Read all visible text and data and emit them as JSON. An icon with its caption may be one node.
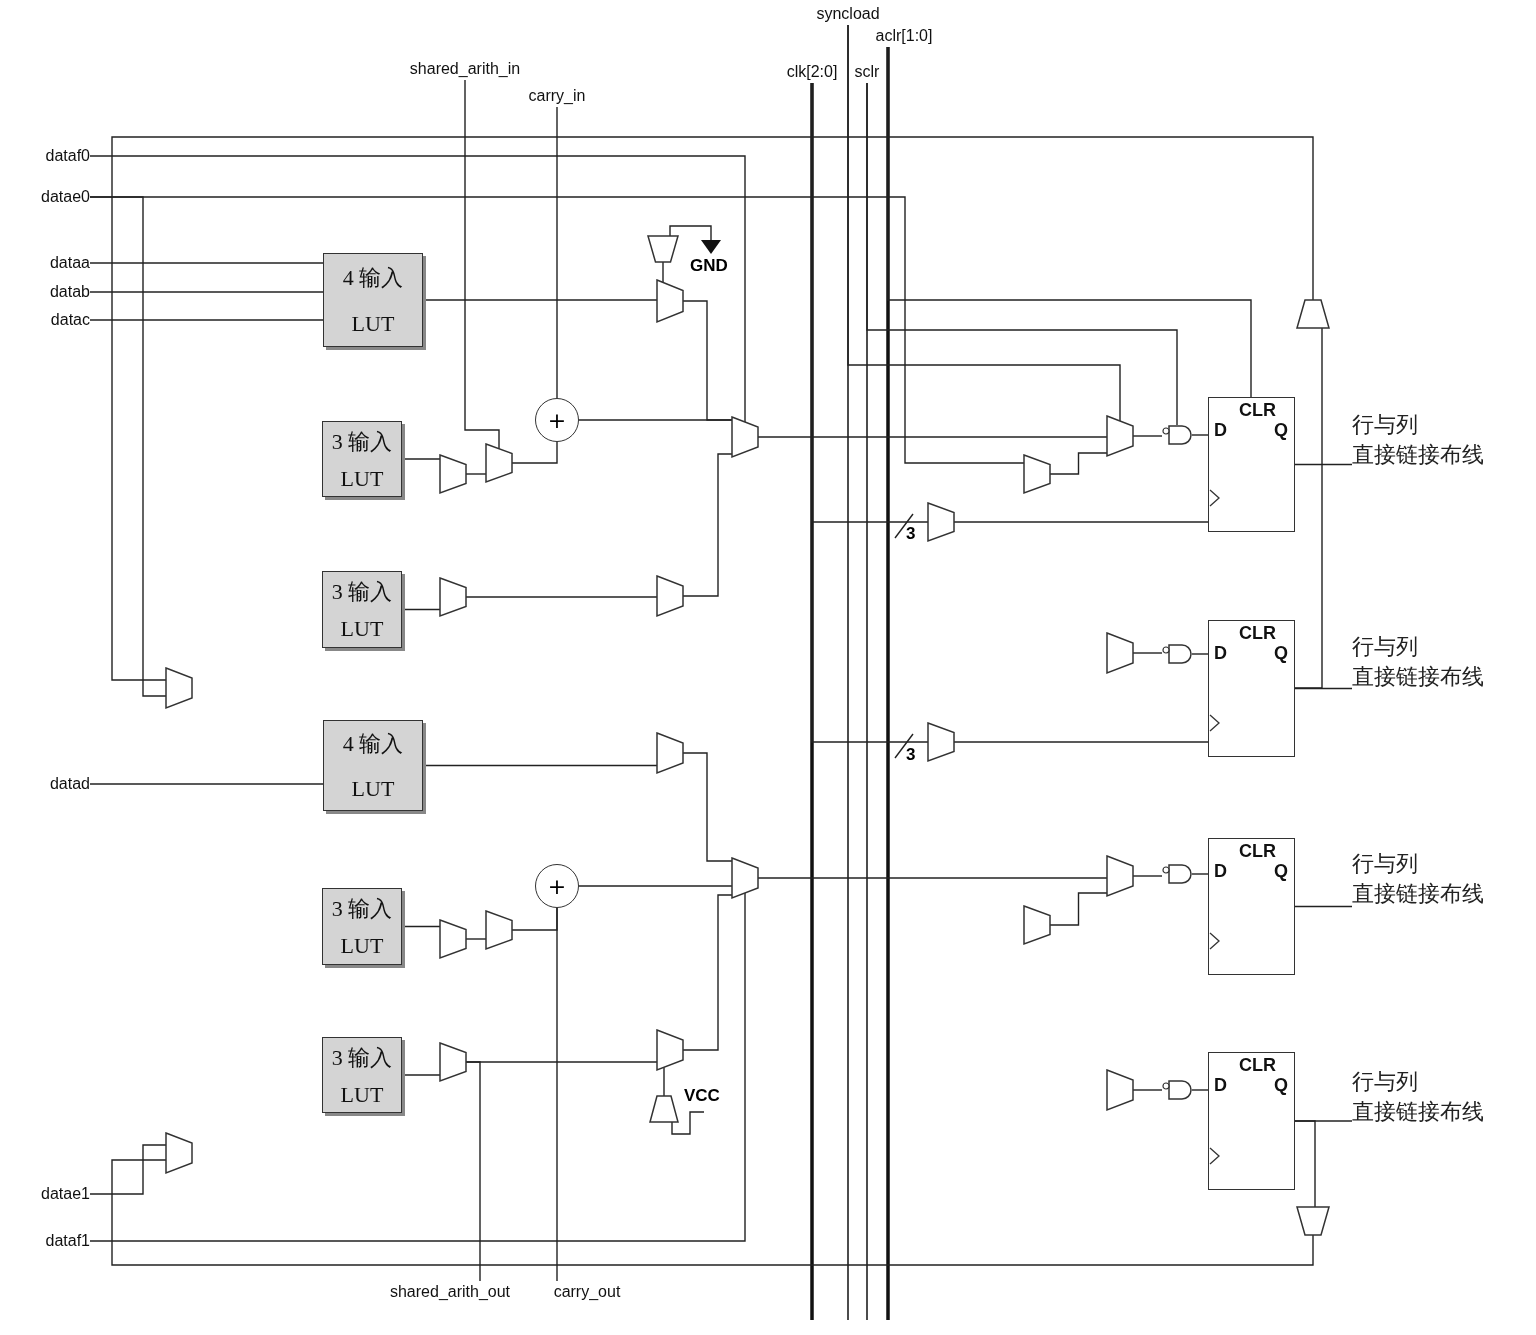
{
  "diagram": {
    "nodes": [
      {
        "text": [
          "shared_arith_in"
        ]
      },
      {
        "text": [
          "carry_in"
        ]
      },
      {
        "text": [
          "syncload"
        ]
      },
      {
        "text": [
          "aclr[1:0]"
        ]
      },
      {
        "text": [
          "clk[2:0]"
        ]
      },
      {
        "text": [
          "sclr"
        ]
      },
      {
        "text": [
          "dataf0"
        ]
      },
      {
        "text": [
          "datae0"
        ]
      },
      {
        "text": [
          "dataa"
        ]
      },
      {
        "text": [
          "datab"
        ]
      },
      {
        "text": [
          "datac"
        ]
      },
      {
        "text": [
          "datad"
        ]
      },
      {
        "text": [
          "datae1"
        ]
      },
      {
        "text": [
          "dataf1"
        ]
      },
      {
        "text": [
          "shared_arith_out"
        ]
      },
      {
        "text": [
          "carry_out"
        ]
      },
      {
        "text": [
          "4 输入",
          "LUT"
        ]
      },
      {
        "text": [
          "3 输入",
          "LUT"
        ]
      },
      {
        "text": [
          "3 输入",
          "LUT"
        ]
      },
      {
        "text": [
          "4 输入",
          "LUT"
        ]
      },
      {
        "text": [
          "3 输入",
          "LUT"
        ]
      },
      {
        "text": [
          "3 输入",
          "LUT"
        ]
      },
      {
        "text": [
          "+"
        ]
      },
      {
        "text": [
          "+"
        ]
      },
      {
        "text": [
          "CLR",
          "D",
          "Q"
        ]
      },
      {
        "text": [
          "CLR",
          "D",
          "Q"
        ]
      },
      {
        "text": [
          "CLR",
          "D",
          "Q"
        ]
      },
      {
        "text": [
          "CLR",
          "D",
          "Q"
        ]
      },
      {
        "text": [
          "行与列",
          "直接链接布线"
        ]
      },
      {
        "text": [
          "行与列",
          "直接链接布线"
        ]
      },
      {
        "text": [
          "行与列",
          "直接链接布线"
        ]
      },
      {
        "text": [
          "行与列",
          "直接链接布线"
        ]
      },
      {
        "text": [],
        "shape": "trapezoid"
      },
      {
        "text": [],
        "shape": "trapezoid"
      },
      {
        "text": [],
        "shape": "trapezoid"
      },
      {
        "text": [],
        "shape": "trapezoid"
      },
      {
        "text": [],
        "shape": "trapezoid"
      },
      {
        "text": [],
        "shape": "trapezoid"
      },
      {
        "text": [],
        "shape": "trapezoid"
      },
      {
        "text": [],
        "shape": "trapezoid"
      },
      {
        "text": [],
        "shape": "trapezoid"
      },
      {
        "text": [],
        "shape": "trapezoid"
      },
      {
        "text": [],
        "shape": "trapezoid"
      },
      {
        "text": [],
        "shape": "trapezoid"
      },
      {
        "text": [],
        "shape": "trapezoid"
      },
      {
        "text": [],
        "shape": "trapezoid"
      },
      {
        "text": [],
        "shape": "trapezoid"
      },
      {
        "text": [],
        "shape": "trapezoid"
      },
      {
        "text": [],
        "shape": "trapezoid"
      },
      {
        "text": [],
        "shape": "trapezoid"
      },
      {
        "text": [],
        "shape": "trapezoid"
      },
      {
        "text": [],
        "shape": "trapezoid"
      },
      {
        "text": [],
        "shape": "trapezoid"
      },
      {
        "text": [],
        "shape": "trapezoid"
      },
      {
        "text": [],
        "shape": "trapezoid"
      },
      {
        "text": [],
        "shape": "trapezoid"
      },
      {
        "text": [],
        "shape": "trapezoid"
      },
      {
        "text": [],
        "shape": "trapezoid"
      },
      {
        "text": [],
        "shape": "gate"
      },
      {
        "text": [],
        "shape": "gate"
      },
      {
        "text": [],
        "shape": "gate"
      },
      {
        "text": [],
        "shape": "gate"
      }
    ],
    "edges": [
      {
        "from": 8,
        "to": 16,
        "arrow": "none"
      },
      {
        "from": 9,
        "to": 16,
        "arrow": "none"
      },
      {
        "from": 10,
        "to": 16,
        "arrow": "none"
      },
      {
        "from": 16,
        "to": 33,
        "arrow": "none"
      },
      {
        "from": 17,
        "to": 34,
        "arrow": "none"
      },
      {
        "from": 18,
        "to": 36,
        "arrow": "none"
      },
      {
        "from": 34,
        "to": 35,
        "arrow": "none"
      },
      {
        "from": 35,
        "to": 22,
        "arrow": "none"
      },
      {
        "from": 0,
        "to": 35,
        "arrow": "none"
      },
      {
        "from": 1,
        "to": 22,
        "arrow": "none"
      },
      {
        "from": 22,
        "to": 39,
        "arrow": "none"
      },
      {
        "from": 33,
        "to": 39,
        "arrow": "none"
      },
      {
        "from": 36,
        "to": 37,
        "arrow": "none"
      },
      {
        "from": 37,
        "to": 39,
        "arrow": "none"
      },
      {
        "from": 39,
        "to": 40,
        "arrow": "none"
      },
      {
        "from": 40,
        "to": 58,
        "arrow": "none"
      },
      {
        "from": 58,
        "to": 24,
        "arrow": "none"
      },
      {
        "from": 24,
        "to": 28,
        "arrow": "none"
      },
      {
        "from": 4,
        "to": 42,
        "arrow": "none"
      },
      {
        "from": 42,
        "to": 24,
        "arrow": "none"
      },
      {
        "from": 41,
        "to": 40,
        "arrow": "none"
      },
      {
        "from": 7,
        "to": 41,
        "arrow": "none"
      },
      {
        "from": 6,
        "to": 39,
        "arrow": "none"
      },
      {
        "from": 43,
        "to": 59,
        "arrow": "none"
      },
      {
        "from": 59,
        "to": 25,
        "arrow": "none"
      },
      {
        "from": 25,
        "to": 29,
        "arrow": "none"
      },
      {
        "from": 45,
        "to": 25,
        "arrow": "none"
      },
      {
        "from": 4,
        "to": 45,
        "arrow": "none"
      },
      {
        "from": 11,
        "to": 19,
        "arrow": "none"
      },
      {
        "from": 19,
        "to": 44,
        "arrow": "none"
      },
      {
        "from": 23,
        "to": 48,
        "arrow": "none"
      },
      {
        "from": 44,
        "to": 48,
        "arrow": "none"
      },
      {
        "from": 46,
        "to": 47,
        "arrow": "none"
      },
      {
        "from": 47,
        "to": 23,
        "arrow": "none"
      },
      {
        "from": 51,
        "to": 52,
        "arrow": "none"
      },
      {
        "from": 52,
        "to": 48,
        "arrow": "none"
      },
      {
        "from": 48,
        "to": 49,
        "arrow": "none"
      },
      {
        "from": 49,
        "to": 60,
        "arrow": "none"
      },
      {
        "from": 60,
        "to": 26,
        "arrow": "none"
      },
      {
        "from": 26,
        "to": 30,
        "arrow": "none"
      },
      {
        "from": 50,
        "to": 49,
        "arrow": "none"
      },
      {
        "from": 55,
        "to": 61,
        "arrow": "none"
      },
      {
        "from": 61,
        "to": 27,
        "arrow": "none"
      },
      {
        "from": 27,
        "to": 31,
        "arrow": "none"
      },
      {
        "from": 20,
        "to": 46,
        "arrow": "none"
      },
      {
        "from": 21,
        "to": 51,
        "arrow": "none"
      },
      {
        "from": 7,
        "to": 38,
        "arrow": "none"
      },
      {
        "from": 12,
        "to": 54,
        "arrow": "none"
      },
      {
        "from": 13,
        "to": 48,
        "arrow": "none"
      },
      {
        "from": 51,
        "to": 14,
        "arrow": "none"
      },
      {
        "from": 23,
        "to": 15,
        "arrow": "none"
      },
      {
        "from": 2,
        "to": 40,
        "arrow": "none"
      },
      {
        "from": 5,
        "to": 58,
        "arrow": "none"
      },
      {
        "from": 3,
        "to": 24,
        "arrow": "none"
      },
      {
        "from": 25,
        "to": 56,
        "arrow": "none"
      },
      {
        "from": 56,
        "to": 38,
        "arrow": "none"
      },
      {
        "from": 27,
        "to": 57,
        "arrow": "none"
      },
      {
        "from": 57,
        "to": 54,
        "arrow": "none"
      },
      {
        "from": 32,
        "to": 33,
        "arrow": "none"
      },
      {
        "from": 53,
        "to": 52,
        "arrow": "none"
      }
    ],
    "labels": [
      "GND",
      "3",
      "3",
      "VCC"
    ]
  }
}
